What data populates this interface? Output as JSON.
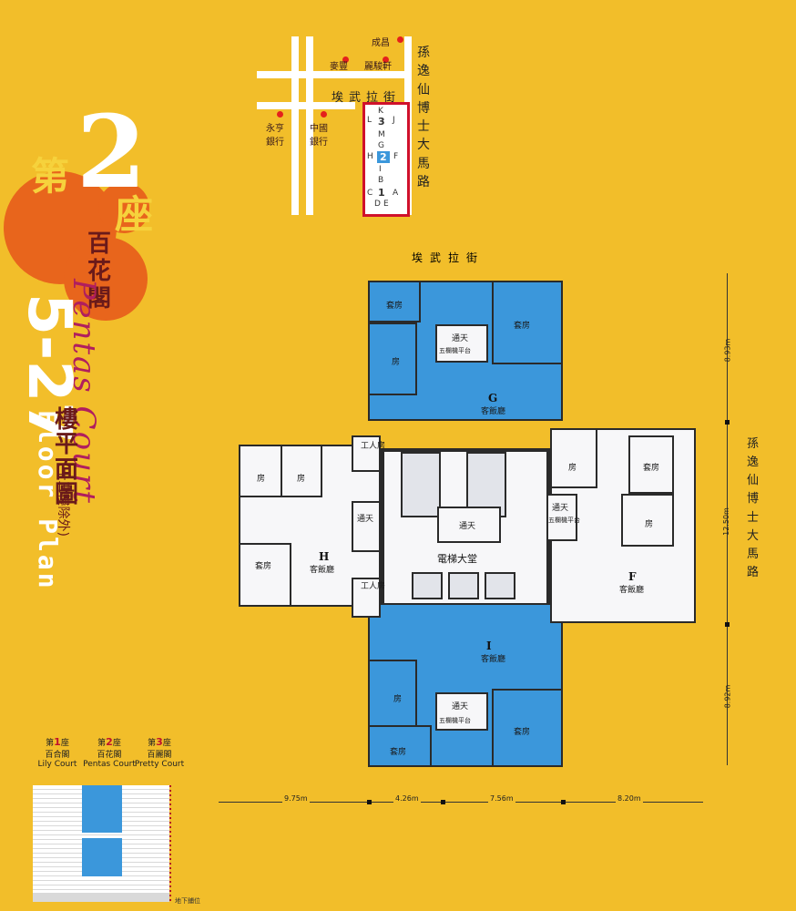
{
  "tower_label": {
    "prefix": "第",
    "number": "2",
    "suffix": "座",
    "name_cn": "百花閣",
    "name_en": "Pentas Court",
    "floors": "5-27",
    "floor_plan_cn": "樓平面圖",
    "floor_plan_note": "(十三樓除外)",
    "floor_plan_en": "Floor Plan"
  },
  "location_map": {
    "street_top": "埃武拉街",
    "street_right": [
      "孫",
      "逸",
      "仙",
      "博",
      "士",
      "大",
      "馬",
      "路"
    ],
    "landmarks": [
      "成昌",
      "麥豐",
      "麗駿軒",
      "永亨銀行",
      "中國銀行"
    ],
    "tower_cells": [
      "K",
      "3",
      "J",
      "L",
      "M",
      "G",
      "H",
      "2",
      "F",
      "I",
      "B",
      "C",
      "1",
      "A",
      "D",
      "E"
    ]
  },
  "floor_plan": {
    "street_top": "埃武拉街",
    "street_right": [
      "孫",
      "逸",
      "仙",
      "博",
      "士",
      "大",
      "馬",
      "路"
    ],
    "flats": [
      "G",
      "H",
      "F",
      "I"
    ],
    "living_dining": "客飯廳",
    "room": "房",
    "suite": "套房",
    "maid_room": "工人房",
    "light_well": "通天",
    "plant_platform": "五欄機平台",
    "lift_lobby": "電梯大堂",
    "dims_right": [
      "8.93m",
      "12.50m",
      "8.92m"
    ],
    "dims_bottom": [
      "9.75m",
      "4.26m",
      "7.56m",
      "8.20m"
    ]
  },
  "elevation": {
    "towers": [
      {
        "num": "1",
        "cn": "百合閣",
        "en": "Lily Court"
      },
      {
        "num": "2",
        "cn": "百花閣",
        "en": "Pentas Court"
      },
      {
        "num": "3",
        "cn": "百麗閣",
        "en": "Pretty Court"
      }
    ],
    "prefix": "第",
    "suffix": "座",
    "basement": "地下鋪位"
  },
  "colors": {
    "background": "#F2BE2A",
    "accent": "#E8651C",
    "highlight": "#3B97DB"
  }
}
